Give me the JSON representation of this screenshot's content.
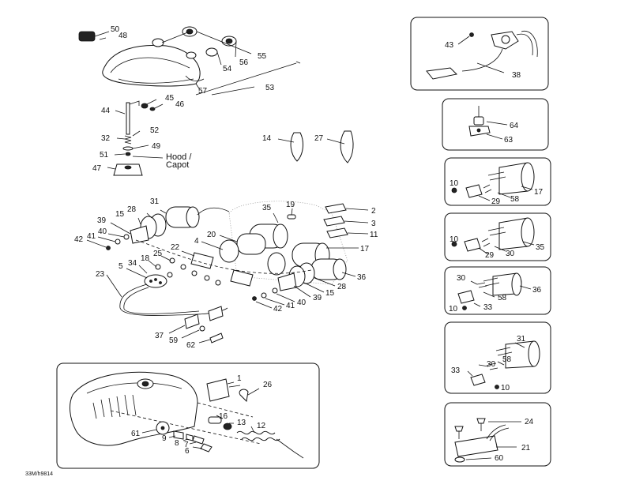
{
  "diagram_code": "33M/h9814",
  "callouts": {
    "c50": "50",
    "c48": "48",
    "c55": "55",
    "c56": "56",
    "c54": "54",
    "c57": "57",
    "c53": "53",
    "c45": "45",
    "c46": "46",
    "c44": "44",
    "c52": "52",
    "c32": "32",
    "c49": "49",
    "c51": "51",
    "c47": "47",
    "c14": "14",
    "c27": "27",
    "c31": "31",
    "c28": "28",
    "c15": "15",
    "c39": "39",
    "c40": "40",
    "c41": "41",
    "c42": "42",
    "c35": "35",
    "c19": "19",
    "c2": "2",
    "c3": "3",
    "c11": "11",
    "c20": "20",
    "c22": "22",
    "c4": "4",
    "c17": "17",
    "c25": "25",
    "c18": "18",
    "c34": "34",
    "c5": "5",
    "c23": "23",
    "c36": "36",
    "c28b": "28",
    "c15b": "15",
    "c39b": "39",
    "c40b": "40",
    "c41b": "41",
    "c42b": "42",
    "c37": "37",
    "c59": "59",
    "c62": "62",
    "c1": "1",
    "c26": "26",
    "c16": "16",
    "c13": "13",
    "c12": "12",
    "c61": "61",
    "c9": "9",
    "c8": "8",
    "c7": "7",
    "c6": "6",
    "p1_43": "43",
    "p1_38": "38",
    "p2_64": "64",
    "p2_63": "63",
    "p3_10": "10",
    "p3_58": "58",
    "p3_29": "29",
    "p3_17": "17",
    "p4_10": "10",
    "p4_29": "29",
    "p4_30": "30",
    "p4_35": "35",
    "p5_30": "30",
    "p5_36": "36",
    "p5_58": "58",
    "p5_33": "33",
    "p5_10": "10",
    "p6_31": "31",
    "p6_30": "30",
    "p6_58": "58",
    "p6_33": "33",
    "p6_10": "10",
    "p7_24": "24",
    "p7_21": "21",
    "p7_60": "60"
  },
  "hood_label": "Hood /",
  "capot_label": "Capot"
}
